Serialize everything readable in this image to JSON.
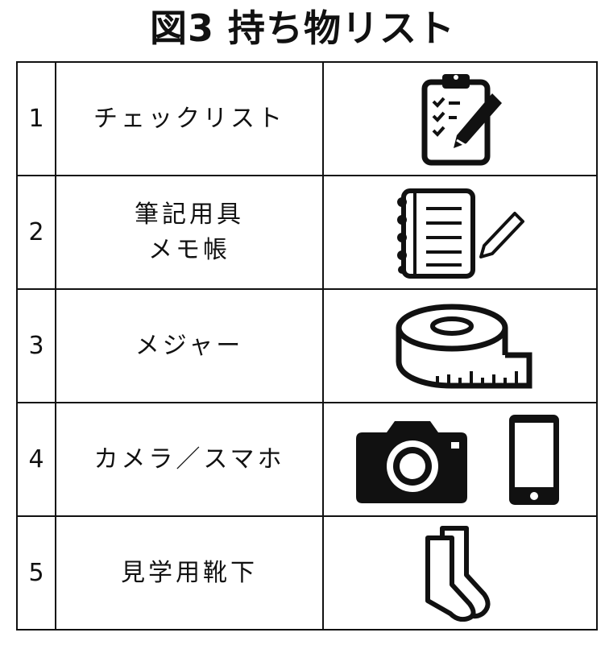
{
  "title": "図3 持ち物リスト",
  "rows": [
    {
      "num": "1",
      "name": "チェックリスト",
      "icon": "clipboard-checklist-icon"
    },
    {
      "num": "2",
      "name_line1": "筆記用具",
      "name_line2": "メモ帳",
      "icon": "notebook-pencil-icon"
    },
    {
      "num": "3",
      "name": "メジャー",
      "icon": "tape-measure-icon"
    },
    {
      "num": "4",
      "name": "カメラ／スマホ",
      "icon": "camera-smartphone-icon"
    },
    {
      "num": "5",
      "name": "見学用靴下",
      "icon": "socks-icon"
    }
  ]
}
